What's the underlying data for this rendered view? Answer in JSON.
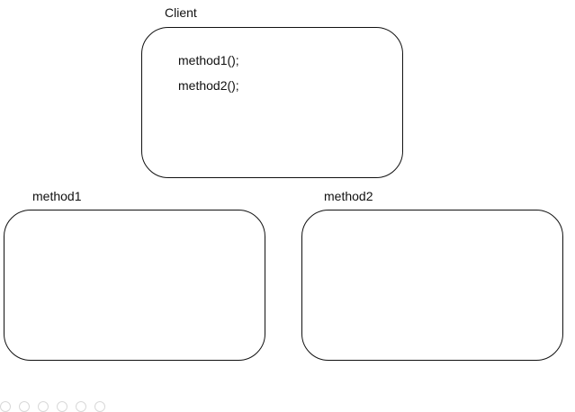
{
  "client": {
    "title": "Client",
    "lines": [
      "method1();",
      "method2();"
    ]
  },
  "boxes": [
    {
      "title": "method1"
    },
    {
      "title": "method2"
    }
  ]
}
